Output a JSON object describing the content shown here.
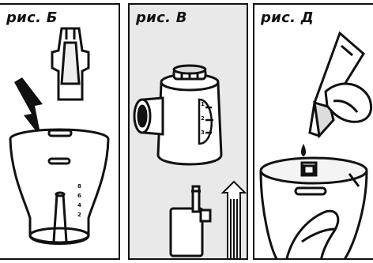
{
  "panels": [
    {
      "caption": "рис. Б",
      "illustration": "nebulizer-cup-insert"
    },
    {
      "caption": "рис. В",
      "illustration": "nebulizer-assembly"
    },
    {
      "caption": "рис. Д",
      "illustration": "medication-fill"
    }
  ],
  "scale_marks": [
    "8",
    "6",
    "4",
    "2"
  ],
  "dial_marks": [
    "1",
    "2",
    "3"
  ],
  "colors": {
    "ink": "#111111",
    "panel_bg_dark": "#e9e9e9",
    "paper": "#ffffff"
  }
}
